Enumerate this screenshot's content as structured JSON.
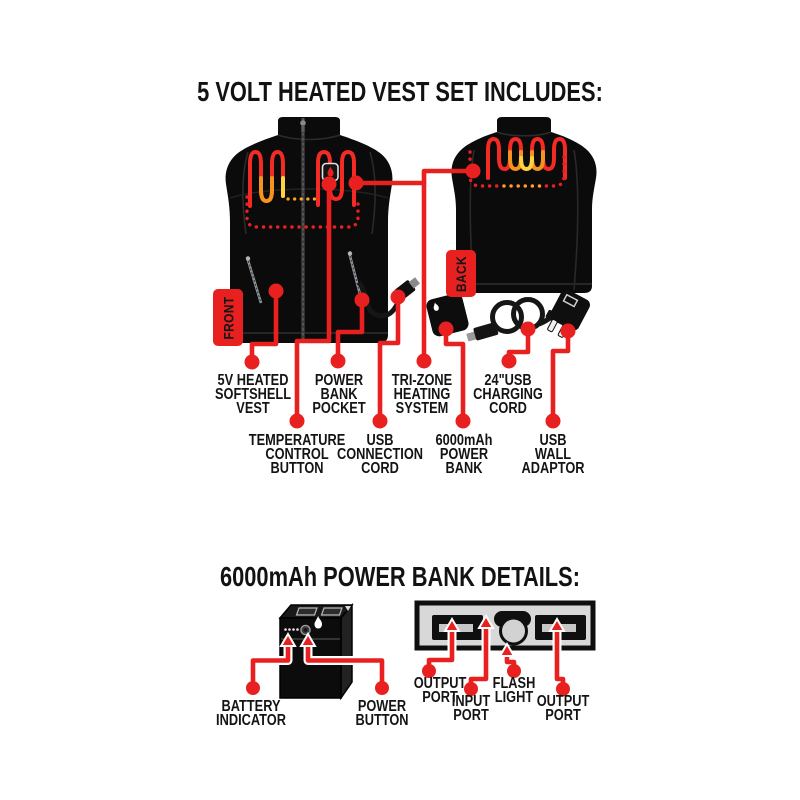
{
  "palette": {
    "red": "#e8201f",
    "heat_red": "#f32b24",
    "orange": "#f6921e",
    "yellow": "#ffd23f",
    "vest_black": "#0b0b0b",
    "panel_gray": "#d8d8d8"
  },
  "section_vest": {
    "title": "5 VOLT HEATED VEST SET INCLUDES:",
    "front_tag": "FRONT",
    "back_tag": "BACK",
    "callouts": {
      "softshell_vest": "5V HEATED\nSOFTSHELL\nVEST",
      "power_bank_pocket": "POWER\nBANK\nPOCKET",
      "tri_zone": "TRI-ZONE\nHEATING\nSYSTEM",
      "charging_cord": "24\"USB\nCHARGING\nCORD",
      "temp_control": "TEMPERATURE\nCONTROL\nBUTTON",
      "usb_connection": "USB\nCONNECTION\nCORD",
      "power_bank": "6000mAh\nPOWER\nBANK",
      "wall_adaptor": "USB\nWALL\nADAPTOR"
    }
  },
  "section_power_bank": {
    "title": "6000mAh POWER BANK DETAILS:",
    "callouts": {
      "battery_indicator": "BATTERY\nINDICATOR",
      "power_button": "POWER\nBUTTON",
      "output_port_left": "OUTPUT\nPORT",
      "input_port": "INPUT\nPORT",
      "flash_light": "FLASH\nLIGHT",
      "output_port_right": "OUTPUT\nPORT"
    }
  }
}
